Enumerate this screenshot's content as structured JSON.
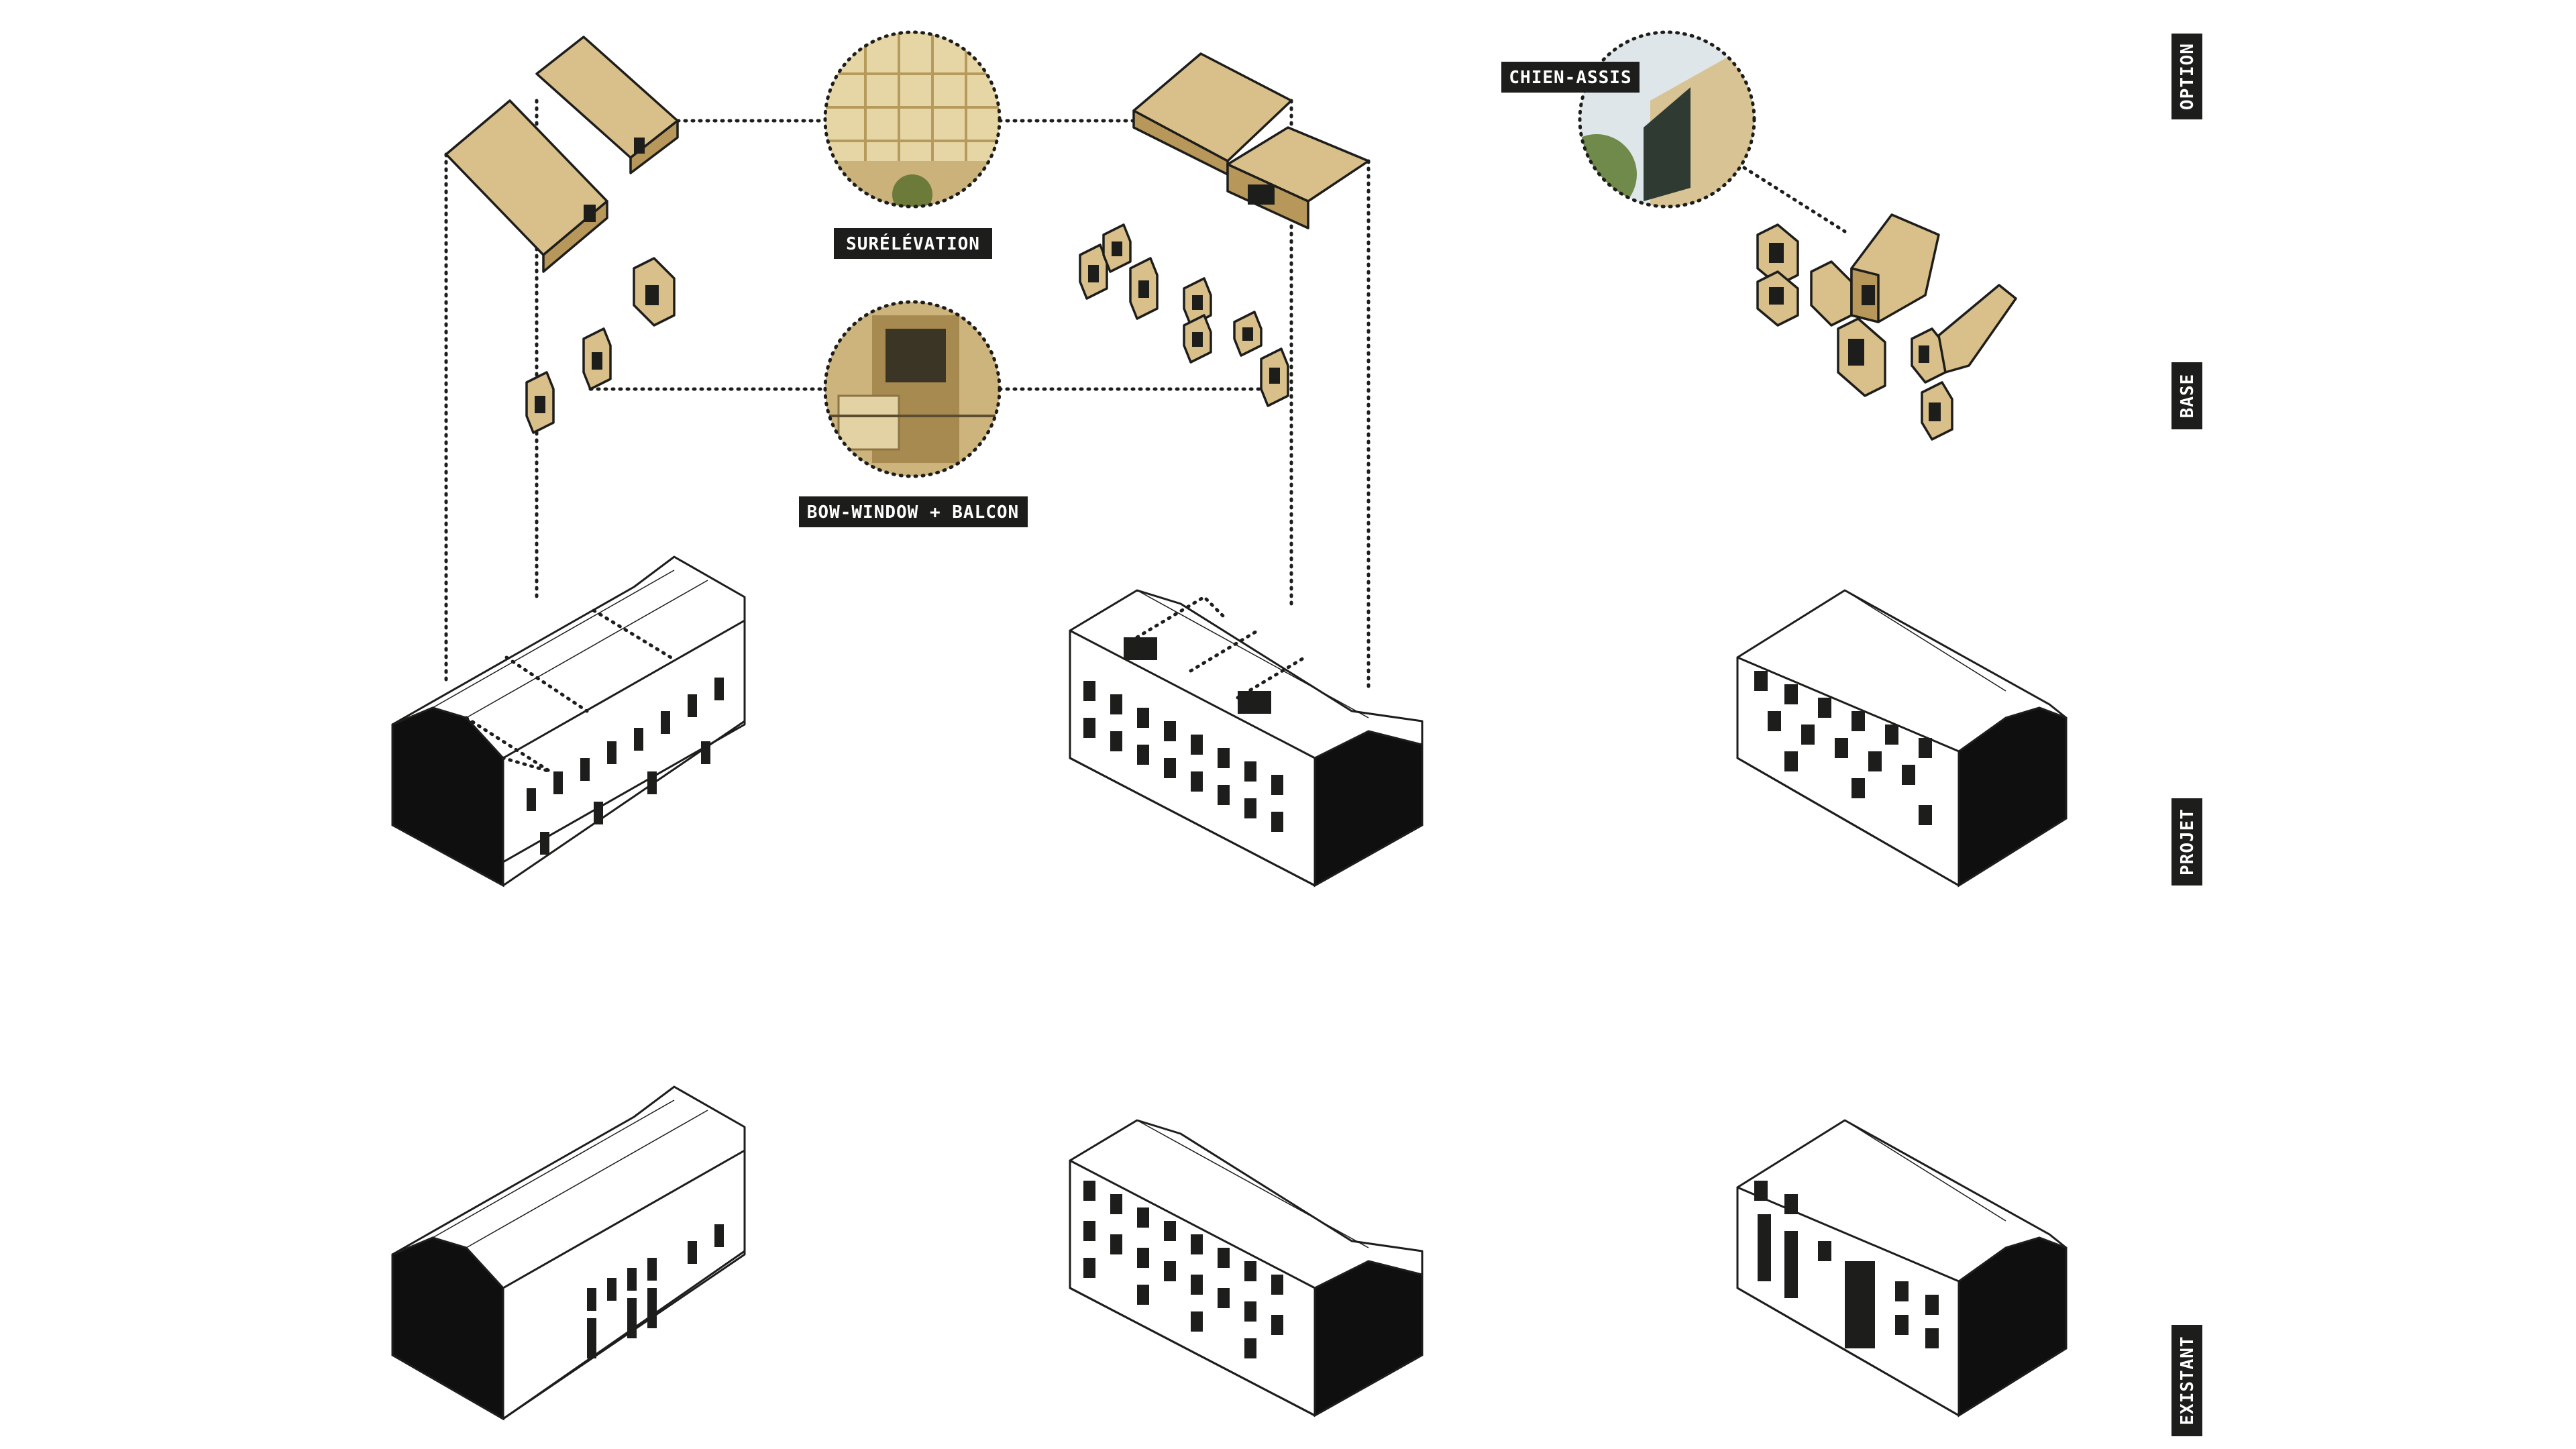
{
  "callouts": {
    "surelevation": "SURÉLÉVATION",
    "bow_window_balcon": "BOW-WINDOW + BALCON",
    "chien_assis": "CHIEN-ASSIS"
  },
  "row_labels": {
    "option": "OPTION",
    "base": "BASE",
    "projet": "PROJET",
    "existant": "EXISTANT"
  },
  "colors": {
    "wood": "#d9c08a",
    "wood_shadow": "#b8985a",
    "ink": "#1d1d1b",
    "label_bg": "#1d1d1b",
    "label_fg": "#ffffff"
  }
}
